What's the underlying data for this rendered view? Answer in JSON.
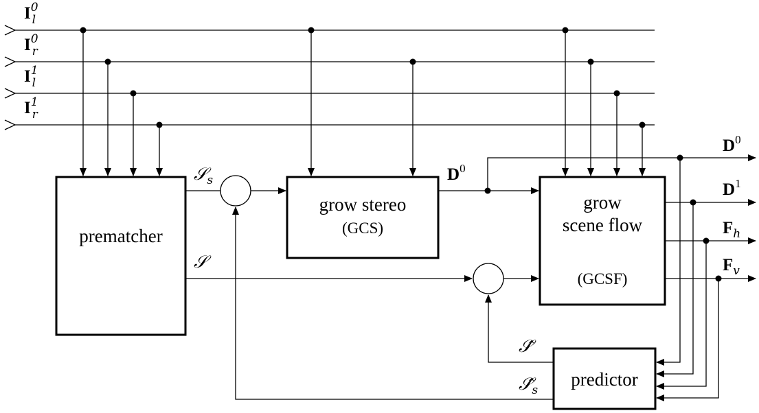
{
  "inputs": {
    "Il0": {
      "base": "I",
      "sub": "l",
      "sup": "0"
    },
    "Ir0": {
      "base": "I",
      "sub": "r",
      "sup": "0"
    },
    "Il1": {
      "base": "I",
      "sub": "l",
      "sup": "1"
    },
    "Ir1": {
      "base": "I",
      "sub": "r",
      "sup": "1"
    }
  },
  "blocks": {
    "prematcher": {
      "line1": "prematcher"
    },
    "grow_stereo": {
      "line1": "grow stereo",
      "line2": "(GCS)"
    },
    "grow_scene_flow": {
      "line1": "grow",
      "line2": "scene flow",
      "line3": "(GCSF)"
    },
    "predictor": {
      "line1": "predictor"
    }
  },
  "signals": {
    "S_s": {
      "base": "𝒮",
      "sub": "s"
    },
    "S": {
      "base": "𝒮"
    },
    "D0_mid": {
      "base": "D",
      "sup": "0"
    },
    "S_hat": {
      "base": "𝒮̂"
    },
    "S_hat_s": {
      "base": "𝒮̂",
      "sub": "s"
    }
  },
  "outputs": {
    "D0": {
      "base": "D",
      "sup": "0"
    },
    "D1": {
      "base": "D",
      "sup": "1"
    },
    "Fh": {
      "base": "F",
      "sub": "h"
    },
    "Fv": {
      "base": "F",
      "sub": "v"
    }
  }
}
